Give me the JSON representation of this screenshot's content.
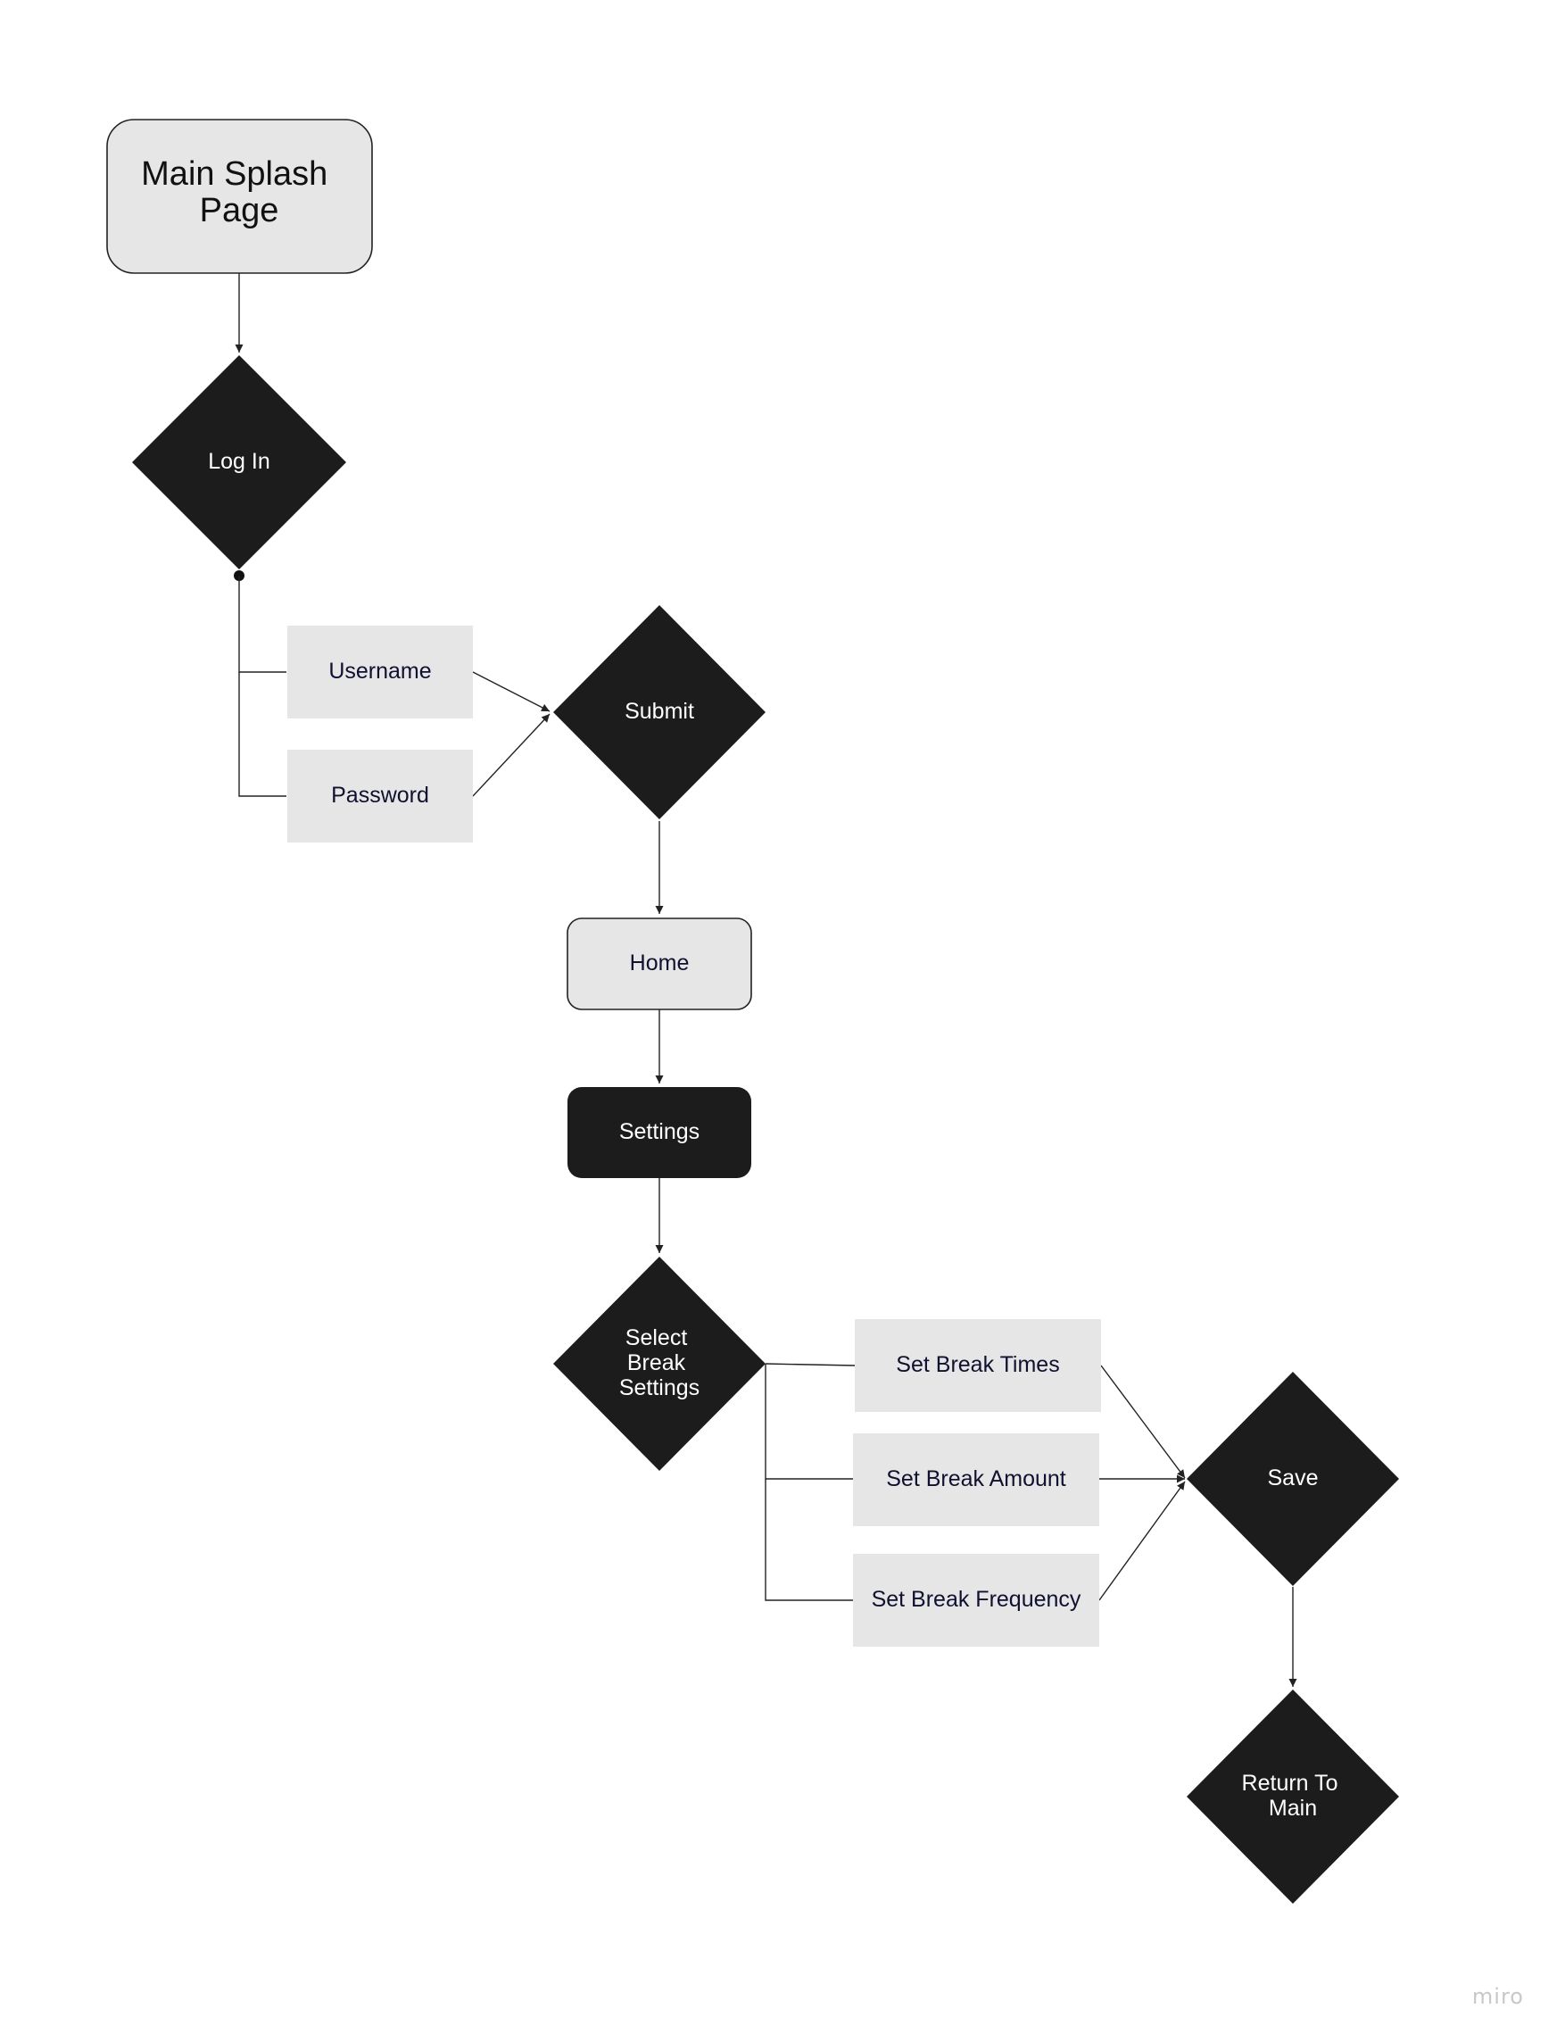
{
  "diagram": {
    "nodes": {
      "main_splash": {
        "lines": [
          "Main Splash",
          "Page"
        ]
      },
      "log_in": {
        "lines": [
          "Log In"
        ]
      },
      "username": {
        "lines": [
          "Username"
        ]
      },
      "password": {
        "lines": [
          "Password"
        ]
      },
      "submit": {
        "lines": [
          "Submit"
        ]
      },
      "home": {
        "lines": [
          "Home"
        ]
      },
      "settings": {
        "lines": [
          "Settings"
        ]
      },
      "select_break_settings": {
        "lines": [
          "Select",
          "Break",
          "Settings"
        ]
      },
      "set_break_times": {
        "lines": [
          "Set Break Times"
        ]
      },
      "set_break_amount": {
        "lines": [
          "Set Break Amount"
        ]
      },
      "set_break_frequency": {
        "lines": [
          "Set Break Frequency"
        ]
      },
      "save": {
        "lines": [
          "Save"
        ]
      },
      "return_to_main": {
        "lines": [
          "Return To",
          "Main"
        ]
      }
    },
    "edges": [
      {
        "from": "main_splash",
        "to": "log_in"
      },
      {
        "from": "log_in",
        "to": "username"
      },
      {
        "from": "log_in",
        "to": "password"
      },
      {
        "from": "username",
        "to": "submit"
      },
      {
        "from": "password",
        "to": "submit"
      },
      {
        "from": "submit",
        "to": "home"
      },
      {
        "from": "home",
        "to": "settings"
      },
      {
        "from": "settings",
        "to": "select_break_settings"
      },
      {
        "from": "select_break_settings",
        "to": "set_break_times"
      },
      {
        "from": "select_break_settings",
        "to": "set_break_amount"
      },
      {
        "from": "select_break_settings",
        "to": "set_break_frequency"
      },
      {
        "from": "set_break_times",
        "to": "save"
      },
      {
        "from": "set_break_amount",
        "to": "save"
      },
      {
        "from": "set_break_frequency",
        "to": "save"
      },
      {
        "from": "save",
        "to": "return_to_main"
      }
    ]
  },
  "colors": {
    "light_fill": "#e6e6e6",
    "dark_fill": "#1c1c1c",
    "line": "#222222",
    "light_text": "#101030",
    "dark_text": "#ffffff"
  },
  "watermark": "miro"
}
